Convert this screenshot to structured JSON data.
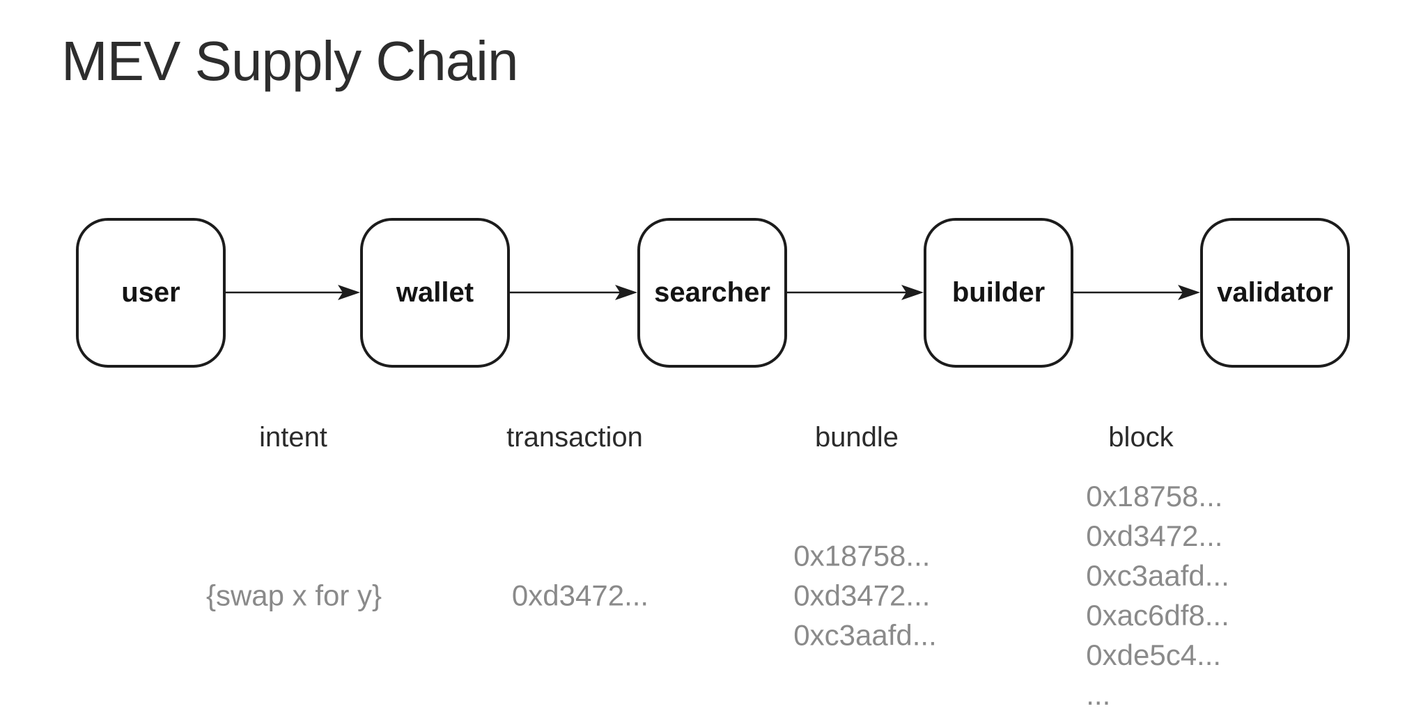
{
  "title": "MEV Supply Chain",
  "diagram": {
    "stages": [
      {
        "label": "user"
      },
      {
        "label": "wallet"
      },
      {
        "label": "searcher"
      },
      {
        "label": "builder"
      },
      {
        "label": "validator"
      }
    ],
    "edges": [
      {
        "from": "user",
        "to": "wallet",
        "label": "intent",
        "payload": [
          "{swap x for y}"
        ]
      },
      {
        "from": "wallet",
        "to": "searcher",
        "label": "transaction",
        "payload": [
          "0xd3472..."
        ]
      },
      {
        "from": "searcher",
        "to": "builder",
        "label": "bundle",
        "payload": [
          "0x18758...",
          "0xd3472...",
          "0xc3aafd..."
        ]
      },
      {
        "from": "builder",
        "to": "validator",
        "label": "block",
        "payload": [
          "0x18758...",
          "0xd3472...",
          "0xc3aafd...",
          "0xac6df8...",
          "0xde5c4...",
          "..."
        ]
      }
    ]
  },
  "colors": {
    "background": "#ffffff",
    "title_text": "#2d2d2d",
    "box_border": "#1c1c1c",
    "box_text": "#141414",
    "label_text": "#2b2b2b",
    "payload_text": "#8a8a8a",
    "arrow": "#1c1c1c"
  }
}
